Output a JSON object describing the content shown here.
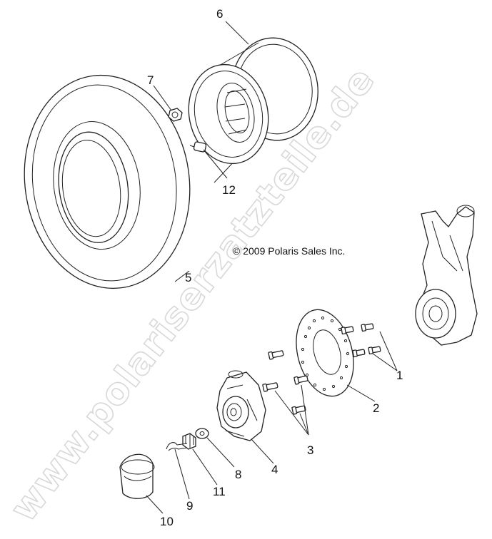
{
  "diagram": {
    "copyright": "© 2009 Polaris Sales Inc.",
    "watermark": "www.polariserzatzteile.de",
    "callouts": [
      {
        "id": "1",
        "label": "1"
      },
      {
        "id": "2",
        "label": "2"
      },
      {
        "id": "3",
        "label": "3"
      },
      {
        "id": "4",
        "label": "4"
      },
      {
        "id": "5",
        "label": "5"
      },
      {
        "id": "6",
        "label": "6"
      },
      {
        "id": "7",
        "label": "7"
      },
      {
        "id": "8",
        "label": "8"
      },
      {
        "id": "9",
        "label": "9"
      },
      {
        "id": "10",
        "label": "10"
      },
      {
        "id": "11",
        "label": "11"
      },
      {
        "id": "12",
        "label": "12"
      }
    ]
  }
}
